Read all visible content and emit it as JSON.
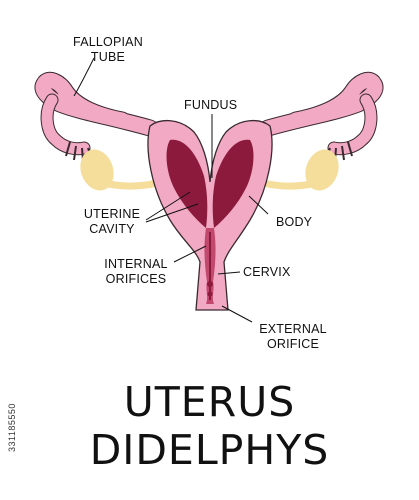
{
  "labels": {
    "fallopian_tube": [
      "FALLOPIAN",
      "TUBE"
    ],
    "fundus": "FUNDUS",
    "uterine_cavity": [
      "UTERINE",
      "CAVITY"
    ],
    "body": "BODY",
    "internal_orifices": [
      "INTERNAL",
      "ORIFICES"
    ],
    "cervix": "CERVIX",
    "external_orifice": [
      "EXTERNAL",
      "ORIFICE"
    ]
  },
  "title": [
    "UTERUS",
    "DIDELPHYS"
  ],
  "stock_id": "331185550",
  "colors": {
    "tissue": "#f2a9c3",
    "outline": "#3a2a30",
    "cavity": "#8b1a3c",
    "wall_deep": "#c2496e",
    "ovary": "#f5dd9b",
    "ligament": "#f5dd9b",
    "text": "#111111"
  }
}
